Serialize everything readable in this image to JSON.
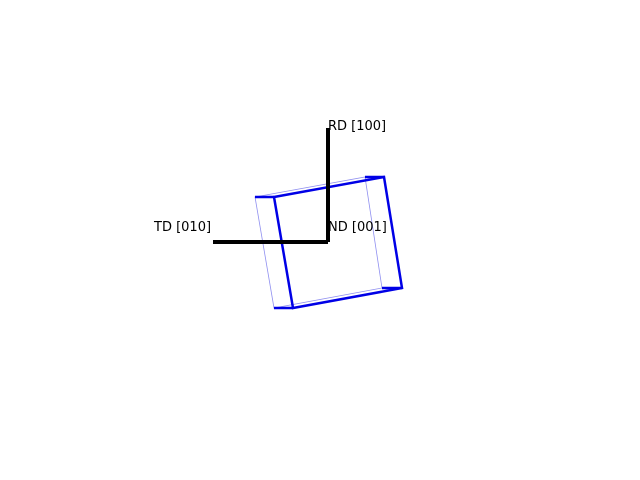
{
  "diagram": {
    "axes": [
      {
        "name": "rd",
        "label": "RD [100]"
      },
      {
        "name": "td",
        "label": "TD [010]"
      },
      {
        "name": "nd",
        "label": "ND [001]"
      }
    ]
  },
  "colors": {
    "axis": "#000000",
    "cube": "#0000e6",
    "cube_thin": "#8f8ff0"
  }
}
